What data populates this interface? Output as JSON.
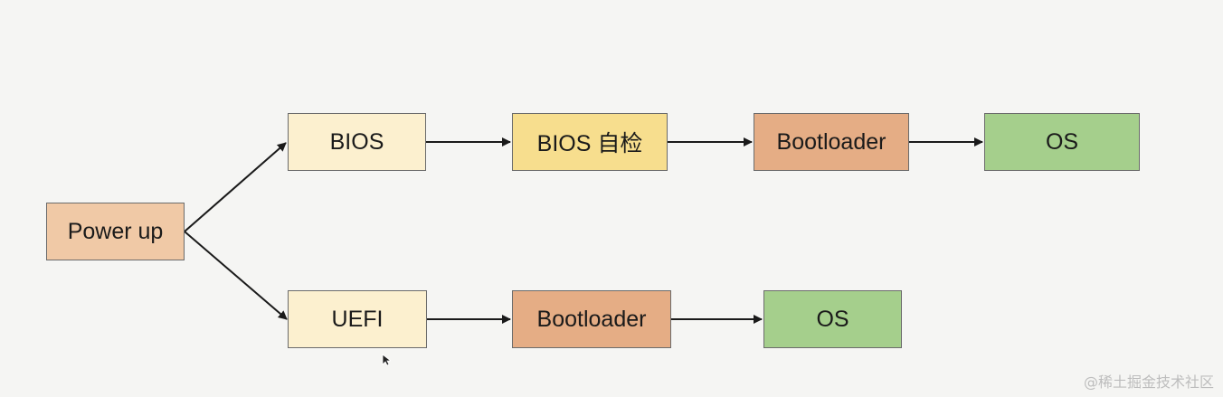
{
  "diagram": {
    "nodes": {
      "power_up": {
        "label": "Power up",
        "color": "#f0c9a6"
      },
      "bios": {
        "label": "BIOS",
        "color": "#fcf0cf"
      },
      "bios_post": {
        "label": "BIOS 自检",
        "color": "#f7de8e"
      },
      "bootloader_bios": {
        "label": "Bootloader",
        "color": "#e5ad85"
      },
      "os_bios": {
        "label": "OS",
        "color": "#a5cf8c"
      },
      "uefi": {
        "label": "UEFI",
        "color": "#fcf0cf"
      },
      "bootloader_uefi": {
        "label": "Bootloader",
        "color": "#e5ad85"
      },
      "os_uefi": {
        "label": "OS",
        "color": "#a5cf8c"
      }
    },
    "edges": [
      {
        "from": "Power up",
        "to": "BIOS"
      },
      {
        "from": "Power up",
        "to": "UEFI"
      },
      {
        "from": "BIOS",
        "to": "BIOS 自检"
      },
      {
        "from": "BIOS 自检",
        "to": "Bootloader"
      },
      {
        "from": "Bootloader",
        "to": "OS"
      },
      {
        "from": "UEFI",
        "to": "Bootloader"
      },
      {
        "from": "Bootloader",
        "to": "OS"
      }
    ]
  },
  "watermark": "@稀土掘金技术社区"
}
